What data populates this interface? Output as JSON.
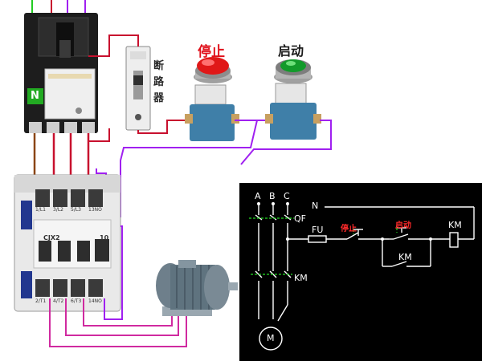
{
  "labels": {
    "stop": "停止",
    "start": "启动",
    "breaker": [
      "断",
      "路",
      "器"
    ],
    "neutral": "N",
    "contactor_model": "CJX2",
    "contactor_rating": "10",
    "terminals_top": [
      "1/L1",
      "3/L2",
      "5/L3",
      "13NO"
    ],
    "terminals_bottom": [
      "2/T1",
      "4/T2",
      "6/T3",
      "14NO"
    ]
  },
  "schematic": {
    "phases": [
      "A",
      "B",
      "C"
    ],
    "neutral": "N",
    "qf": "QF",
    "fu": "FU",
    "stop": "停止",
    "start": "启动",
    "km_coil": "KM",
    "km_aux": "KM",
    "km_main": "KM",
    "motor": "M"
  },
  "colors": {
    "wire_red": "#c8102e",
    "wire_purple": "#a020f0",
    "wire_magenta": "#d02aa0",
    "wire_brown": "#8b4513",
    "wire_green": "#22cc22",
    "schematic_line": "#ffffff",
    "schematic_dash": "#22dd22",
    "schematic_label": "#ff2a2a"
  }
}
